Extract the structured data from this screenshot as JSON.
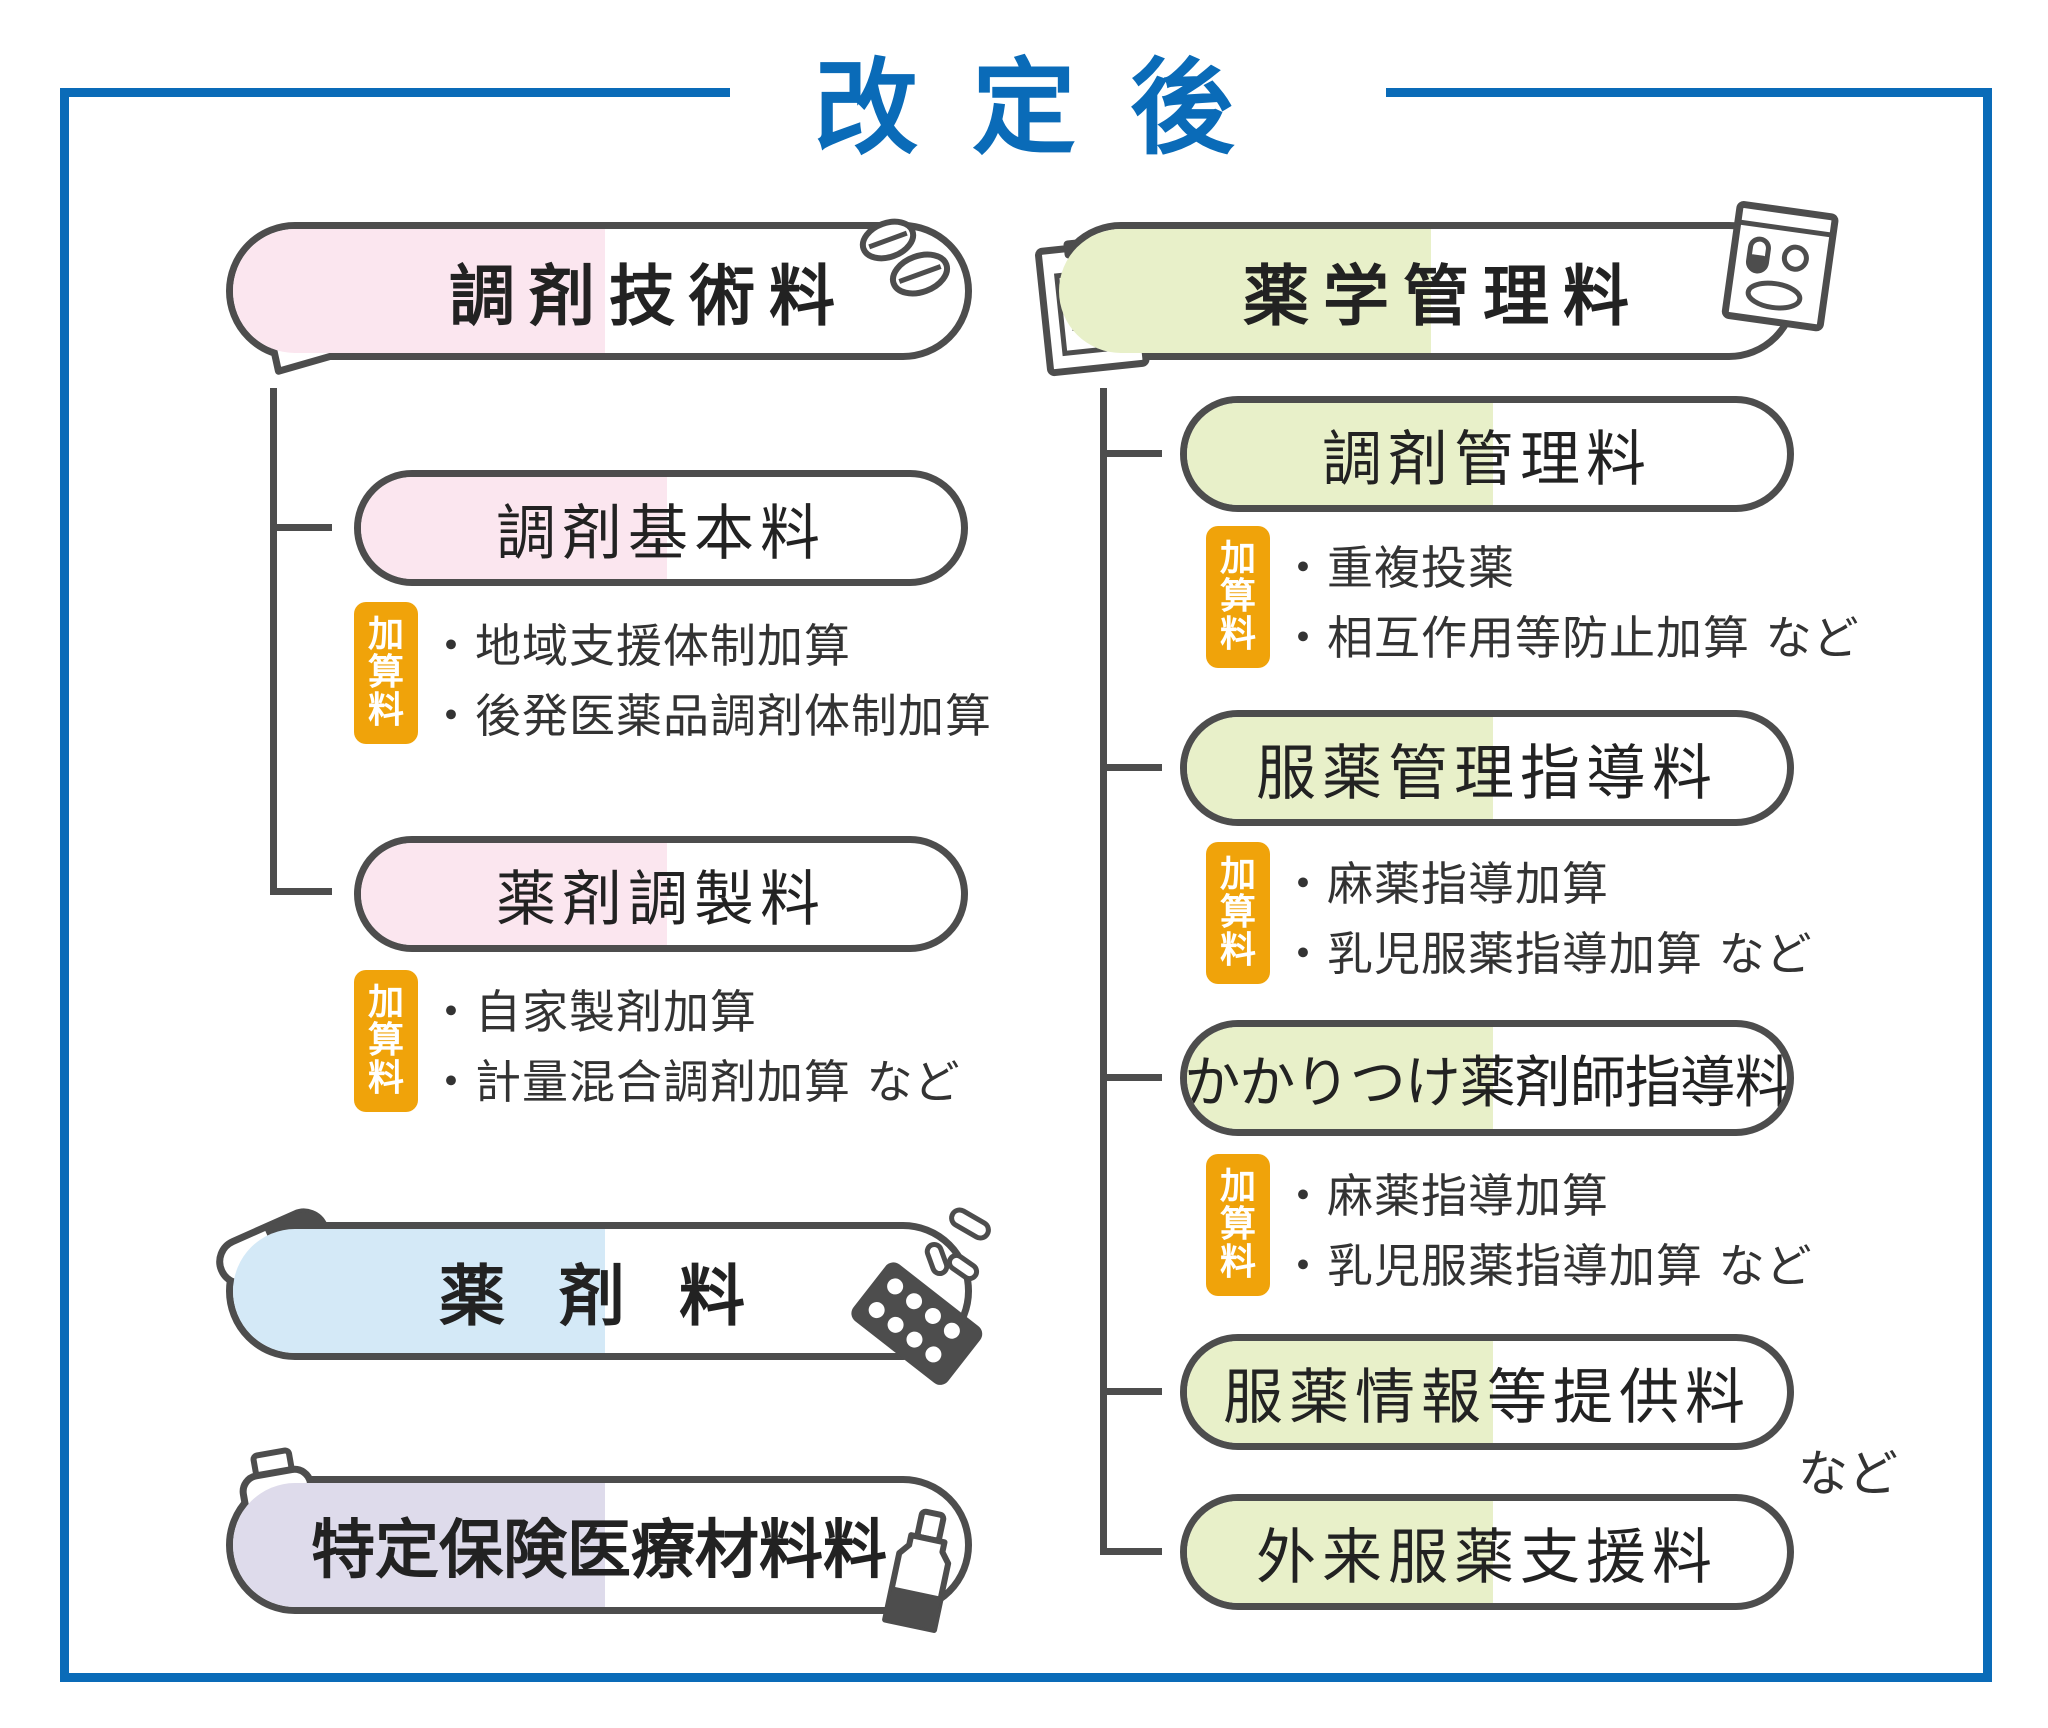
{
  "title": "改定後",
  "badge_label": [
    "加",
    "算",
    "料"
  ],
  "left": {
    "tech_fee": {
      "label": "調剤技術料",
      "children": [
        {
          "label": "調剤基本料",
          "additions": [
            "・地域支援体制加算",
            "・後発医薬品調剤体制加算"
          ]
        },
        {
          "label": "薬剤調製料",
          "additions": [
            "・自家製剤加算",
            "・計量混合調剤加算 など"
          ]
        }
      ]
    },
    "drug_fee": {
      "label": "薬剤料"
    },
    "material_fee": {
      "label": "特定保険医療材料料"
    }
  },
  "right": {
    "pharm_mgmt": {
      "label": "薬学管理料",
      "children": [
        {
          "label": "調剤管理料",
          "additions": [
            "・重複投薬",
            "・相互作用等防止加算 など"
          ]
        },
        {
          "label": "服薬管理指導料",
          "additions": [
            "・麻薬指導加算",
            "・乳児服薬指導加算 など"
          ]
        },
        {
          "label": "かかりつけ薬剤師指導料",
          "additions": [
            "・麻薬指導加算",
            "・乳児服薬指導加算 など"
          ]
        },
        {
          "label": "服薬情報等提供料"
        },
        {
          "label": "外来服薬支援料"
        }
      ],
      "trailing_note": "など"
    }
  },
  "colors": {
    "frame": "#0a6bb8",
    "badge": "#f0a30a",
    "pink": "#fbe6ef",
    "green": "#e8f0c9",
    "blue": "#d4e9f7",
    "lavender": "#dedbeb",
    "outline": "#4d4d4d"
  },
  "icons": [
    "medicine-bag-icon",
    "pills-icon",
    "clipboard-icon",
    "medicine-packet-icon",
    "capsule-icon",
    "blister-pack-icon",
    "medicine-bottle-icon",
    "dropper-bottle-icon"
  ]
}
